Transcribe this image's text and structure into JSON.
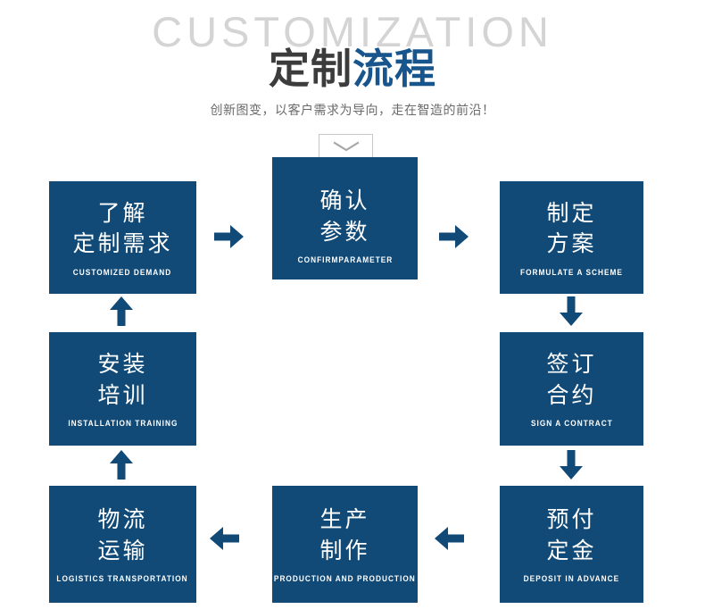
{
  "header": {
    "watermark": "CUSTOMIZATION",
    "title_part_dark": "定制",
    "title_part_blue": "流程",
    "subtitle": "创新图变，以客户需求为导向，走在智造的前沿！"
  },
  "colors": {
    "box_navy": "#114a77",
    "arrow_navy": "#114a77",
    "title_dark": "#3c3c3c",
    "title_blue": "#18558c",
    "watermark_gray": "#d4d4d4",
    "subtitle_gray": "#6a6a6a",
    "chevron_border": "#c9c9c9",
    "chevron_glyph": "#a8a8a8",
    "page_background": "#ffffff"
  },
  "chevron_badge": {
    "icon": "chevron-down-icon"
  },
  "steps": [
    {
      "id": "customized-demand",
      "order": 1,
      "cn_line1": "了解",
      "cn_line2": "定制需求",
      "en": "CUSTOMIZED DEMAND"
    },
    {
      "id": "confirm-parameter",
      "order": 2,
      "cn_line1": "确认",
      "cn_line2": "参数",
      "en": "CONFIRMPARAMETER"
    },
    {
      "id": "formulate-a-scheme",
      "order": 3,
      "cn_line1": "制定",
      "cn_line2": "方案",
      "en": "FORMULATE A SCHEME"
    },
    {
      "id": "sign-a-contract",
      "order": 4,
      "cn_line1": "签订",
      "cn_line2": "合约",
      "en": "SIGN A CONTRACT"
    },
    {
      "id": "deposit-in-advance",
      "order": 5,
      "cn_line1": "预付",
      "cn_line2": "定金",
      "en": "DEPOSIT IN ADVANCE"
    },
    {
      "id": "production-and-production",
      "order": 6,
      "cn_line1": "生产",
      "cn_line2": "制作",
      "en": "PRODUCTION AND PRODUCTION"
    },
    {
      "id": "logistics-transportation",
      "order": 7,
      "cn_line1": "物流",
      "cn_line2": "运输",
      "en": "LOGISTICS TRANSPORTATION"
    },
    {
      "id": "installation-training",
      "order": 8,
      "cn_line1": "安装",
      "cn_line2": "培训",
      "en": "INSTALLATION TRAINING"
    }
  ],
  "connectors": [
    {
      "id": "demand-to-parameter",
      "direction": "right",
      "icon": "arrow-right-icon"
    },
    {
      "id": "parameter-to-scheme",
      "direction": "right",
      "icon": "arrow-right-icon"
    },
    {
      "id": "scheme-to-contract",
      "direction": "down",
      "icon": "arrow-down-icon"
    },
    {
      "id": "contract-to-deposit",
      "direction": "down",
      "icon": "arrow-down-icon"
    },
    {
      "id": "deposit-to-production",
      "direction": "left",
      "icon": "arrow-left-icon"
    },
    {
      "id": "production-to-logistics",
      "direction": "left",
      "icon": "arrow-left-icon"
    },
    {
      "id": "logistics-to-installation",
      "direction": "up",
      "icon": "arrow-up-icon"
    },
    {
      "id": "installation-to-demand",
      "direction": "up",
      "icon": "arrow-up-icon"
    }
  ]
}
